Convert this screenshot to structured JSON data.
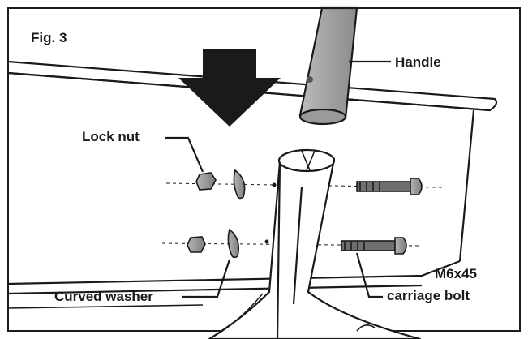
{
  "figure": {
    "title": "Fig. 3",
    "labels": {
      "handle": "Handle",
      "lock_nut": "Lock nut",
      "curved_washer": "Curved washer",
      "bolt_size": "M6x45",
      "carriage_bolt": "carriage bolt"
    }
  },
  "colors": {
    "line": "#1a1a1a",
    "handle_fill": "#a9a9a9",
    "hardware_fill": "#8f8f8f",
    "background": "#ffffff"
  }
}
